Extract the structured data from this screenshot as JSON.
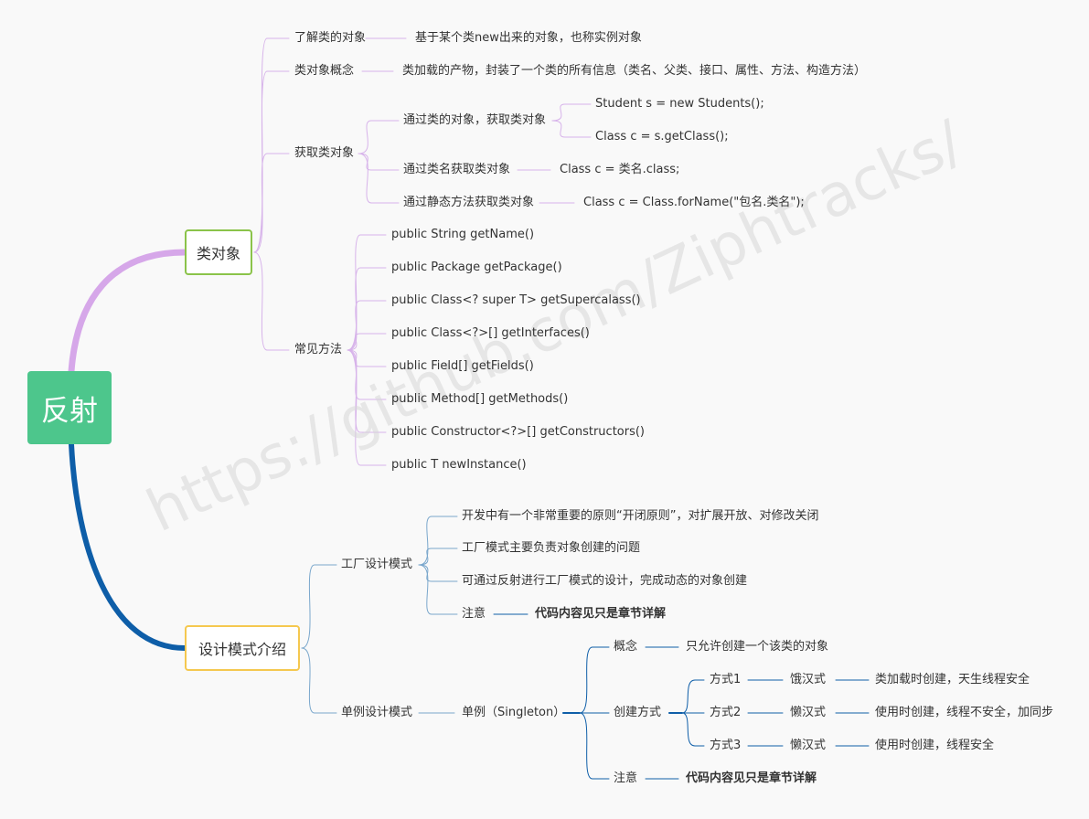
{
  "root": {
    "label": "反射"
  },
  "colors": {
    "root_fill": "#4dc68c",
    "branch_class_object": "#d6a7e9",
    "branch_design_pattern": "#0e5ea8",
    "class_object_lines": "#d7b3ea",
    "design_pattern_lines": "#7aa7cc",
    "singleton_lines": "#0e5ea8",
    "class_object_border": "#8bc34a",
    "design_pattern_border": "#f5c84f"
  },
  "class_object": {
    "title": "类对象",
    "understand": {
      "label": "了解类的对象",
      "detail": "基于某个类new出来的对象，也称实例对象"
    },
    "concept": {
      "label": "类对象概念",
      "detail": "类加载的产物，封装了一个类的所有信息（类名、父类、接口、属性、方法、构造方法）"
    },
    "obtain": {
      "label": "获取类对象",
      "via_object": {
        "label": "通过类的对象，获取类对象",
        "code_1": "Student s = new Students();",
        "code_2": "Class c = s.getClass();"
      },
      "via_class_name": {
        "label": "通过类名获取类对象",
        "code": "Class c = 类名.class;"
      },
      "via_static": {
        "label": "通过静态方法获取类对象",
        "code": "Class c = Class.forName(\"包名.类名\");"
      }
    },
    "common_methods": {
      "label": "常见方法",
      "items": [
        "public String getName()",
        "public Package getPackage()",
        "public Class<? super T> getSupercalass()",
        "public Class<?>[] getInterfaces()",
        "public Field[] getFields()",
        "public Method[] getMethods()",
        "public Constructor<?>[] getConstructors()",
        "public T newInstance()"
      ]
    }
  },
  "design_pattern": {
    "title": "设计模式介绍",
    "factory": {
      "label": "工厂设计模式",
      "items": [
        "开发中有一个非常重要的原则“开闭原则”，对扩展开放、对修改关闭",
        "工厂模式主要负责对象创建的问题",
        "可通过反射进行工厂模式的设计，完成动态的对象创建"
      ],
      "note_label": "注意",
      "note_detail": "代码内容见只是章节详解"
    },
    "singleton": {
      "label": "单例设计模式",
      "node": "单例（Singleton）",
      "concept_label": "概念",
      "concept_detail": "只允许创建一个该类的对象",
      "creation_label": "创建方式",
      "ways": [
        {
          "label": "方式1",
          "type": "饿汉式",
          "desc": "类加载时创建，天生线程安全"
        },
        {
          "label": "方式2",
          "type": "懒汉式",
          "desc": "使用时创建，线程不安全，加同步"
        },
        {
          "label": "方式3",
          "type": "懒汉式",
          "desc": "使用时创建，线程安全"
        }
      ],
      "note_label": "注意",
      "note_detail": "代码内容见只是章节详解"
    }
  },
  "watermark": "https://github.com/Ziphtracks/"
}
